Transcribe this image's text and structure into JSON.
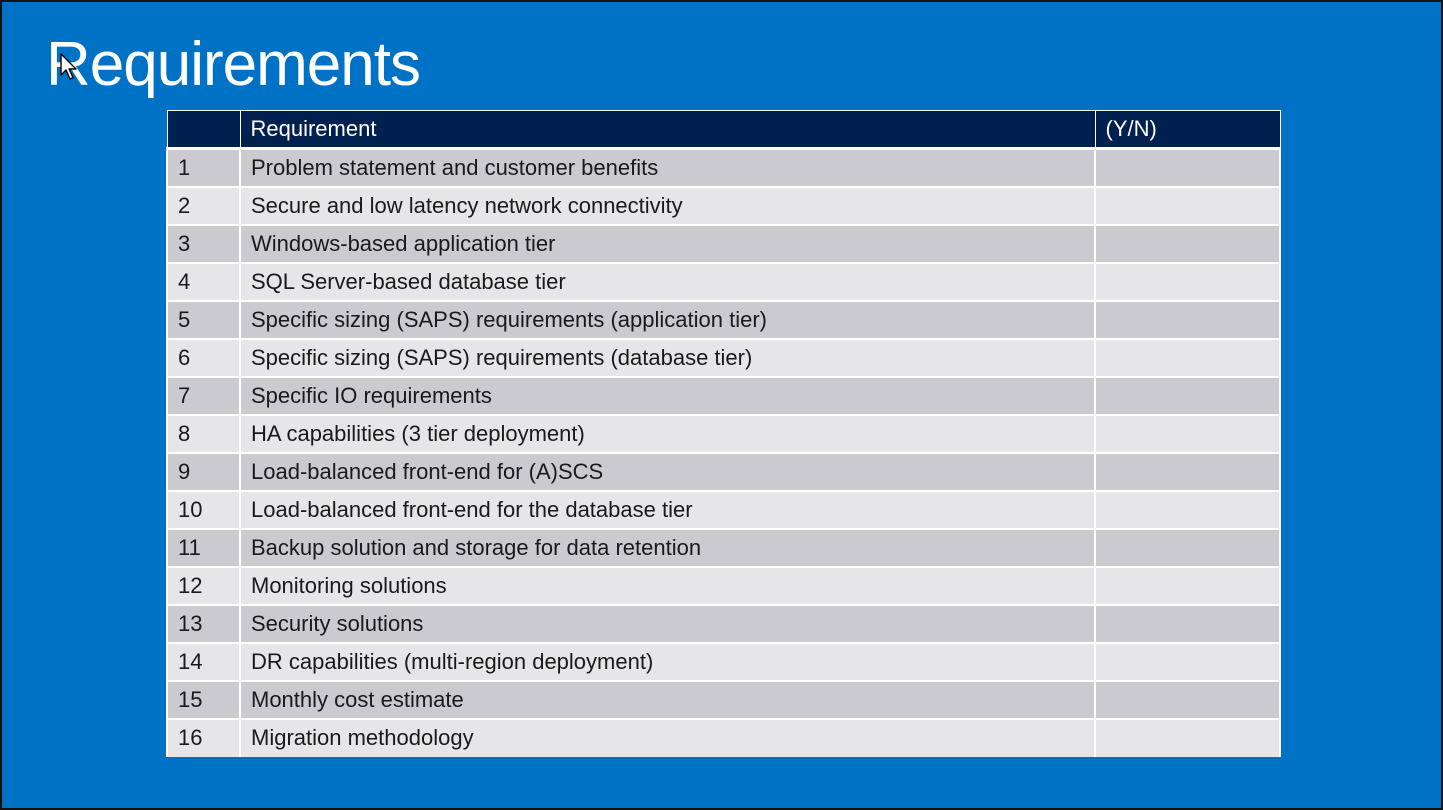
{
  "slide": {
    "title": "Requirements"
  },
  "table": {
    "headers": {
      "num": "",
      "requirement": "Requirement",
      "yn": "(Y/N)"
    },
    "rows": [
      {
        "num": "1",
        "requirement": "Problem statement and customer benefits",
        "yn": ""
      },
      {
        "num": "2",
        "requirement": "Secure and low latency network connectivity",
        "yn": ""
      },
      {
        "num": "3",
        "requirement": "Windows-based application tier",
        "yn": ""
      },
      {
        "num": "4",
        "requirement": "SQL Server-based database tier",
        "yn": ""
      },
      {
        "num": "5",
        "requirement": "Specific sizing (SAPS) requirements (application tier)",
        "yn": ""
      },
      {
        "num": "6",
        "requirement": "Specific sizing (SAPS) requirements (database tier)",
        "yn": ""
      },
      {
        "num": "7",
        "requirement": "Specific IO requirements",
        "yn": ""
      },
      {
        "num": "8",
        "requirement": "HA capabilities (3 tier deployment)",
        "yn": ""
      },
      {
        "num": "9",
        "requirement": "Load-balanced front-end for (A)SCS",
        "yn": ""
      },
      {
        "num": "10",
        "requirement": "Load-balanced front-end for the database tier",
        "yn": ""
      },
      {
        "num": "11",
        "requirement": "Backup solution and storage for data retention",
        "yn": ""
      },
      {
        "num": "12",
        "requirement": "Monitoring solutions",
        "yn": ""
      },
      {
        "num": "13",
        "requirement": "Security solutions",
        "yn": ""
      },
      {
        "num": "14",
        "requirement": "DR capabilities (multi-region deployment)",
        "yn": ""
      },
      {
        "num": "15",
        "requirement": "Monthly cost estimate",
        "yn": ""
      },
      {
        "num": "16",
        "requirement": "Migration methodology",
        "yn": ""
      }
    ]
  },
  "colors": {
    "background": "#0072c6",
    "header": "#00204f",
    "row_dark": "#cbcbcf",
    "row_light": "#e6e6e8"
  },
  "icons": {
    "cursor": "mouse-pointer-icon"
  }
}
